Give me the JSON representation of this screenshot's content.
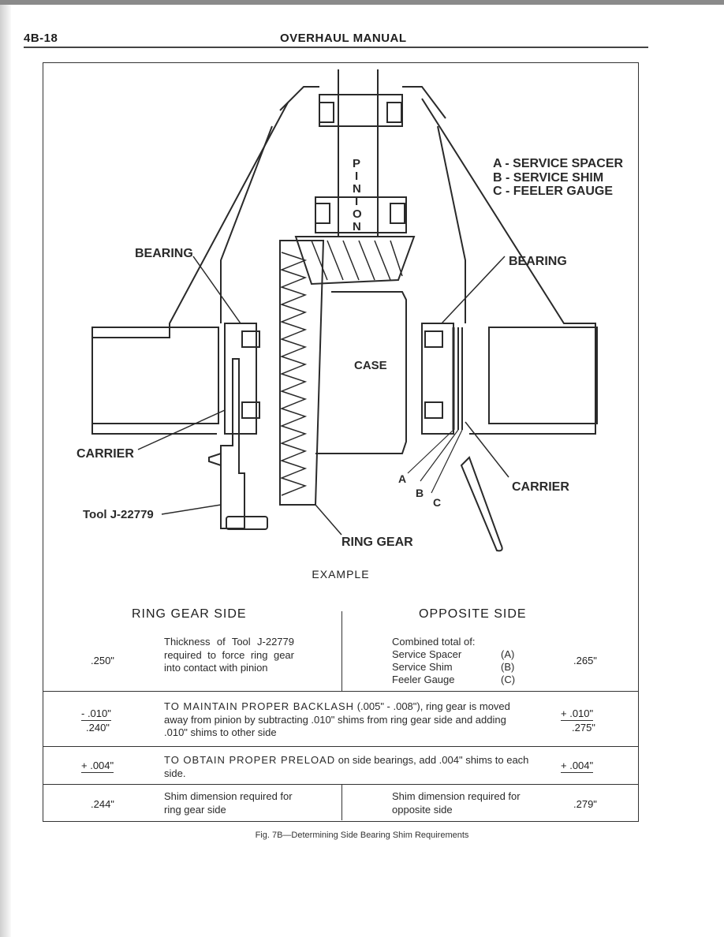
{
  "header": {
    "page_number": "4B-18",
    "manual_title": "OVERHAUL MANUAL"
  },
  "diagram": {
    "legend": [
      "A - SERVICE SPACER",
      "B - SERVICE SHIM",
      "C - FEELER GAUGE"
    ],
    "pinion_letters": [
      "P",
      "I",
      "N",
      "I",
      "O",
      "N"
    ],
    "label_bearing_left": "BEARING",
    "label_bearing_right": "BEARING",
    "label_case": "CASE",
    "label_carrier_left": "CARRIER",
    "label_carrier_right": "CARRIER",
    "label_tool": "Tool J-22779",
    "label_ring_gear": "RING GEAR",
    "label_a": "A",
    "label_b": "B",
    "label_c": "C"
  },
  "example_title": "EXAMPLE",
  "table": {
    "left_heading": "RING GEAR SIDE",
    "right_heading": "OPPOSITE SIDE",
    "row1": {
      "left_value": ".250\"",
      "left_text": "Thickness of Tool J-22779 required to force ring gear into contact with pinion",
      "right_intro": "Combined total of:",
      "right_items": [
        {
          "label": "Service Spacer",
          "code": "(A)"
        },
        {
          "label": "Service Shim",
          "code": "(B)"
        },
        {
          "label": "Feeler Gauge",
          "code": "(C)"
        }
      ],
      "right_value": ".265\""
    },
    "row2": {
      "left_adjust": "- .010\"",
      "left_result": ".240\"",
      "text_lead": "TO MAINTAIN PROPER BACKLASH",
      "text_rest": "(.005\" - .008\"), ring gear is moved away from pinion by subtracting .010\" shims from ring gear side and adding .010\" shims to other side",
      "right_adjust": "+ .010\"",
      "right_result": ".275\""
    },
    "row3": {
      "left_adjust": "+ .004\"",
      "text_lead": "TO OBTAIN PROPER PRELOAD",
      "text_rest": "on side bearings, add .004\" shims to each side.",
      "right_adjust": "+ .004\""
    },
    "row4": {
      "left_value": ".244\"",
      "left_text": "Shim dimension required for ring gear side",
      "right_text": "Shim dimension required for opposite side",
      "right_value": ".279\""
    }
  },
  "caption": "Fig. 7B—Determining Side Bearing Shim Requirements"
}
